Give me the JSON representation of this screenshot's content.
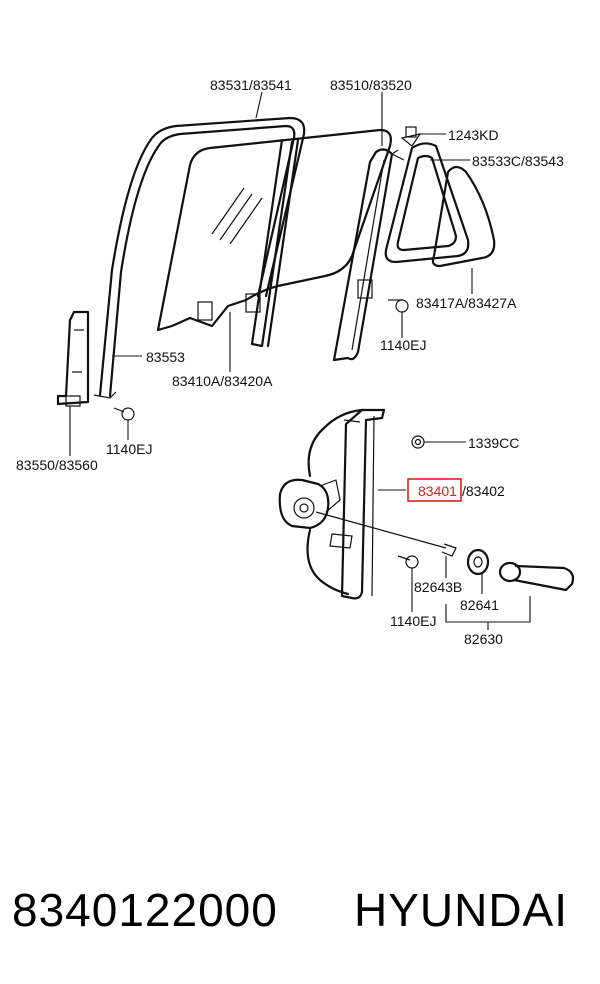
{
  "labels": {
    "p83531": "83531/83541",
    "p83510": "83510/83520",
    "p1243kd": "1243KD",
    "p83533c": "83533C/83543",
    "p83417a": "83417A/83427A",
    "p1140ej_a": "1140EJ",
    "p83553": "83553",
    "p83410a": "83410A/83420A",
    "p1140ej_b": "1140EJ",
    "p83550": "83550/83560",
    "p1339cc": "1339CC",
    "p83401": "83401",
    "p83402": "/83402",
    "p82643b": "82643B",
    "p82641": "82641",
    "p1140ej_c": "1140EJ",
    "p82630": "82630"
  },
  "footer": {
    "part_number": "8340122000",
    "brand": "HYUNDAI"
  },
  "colors": {
    "highlight": "#e0201b",
    "ink": "#111111"
  }
}
